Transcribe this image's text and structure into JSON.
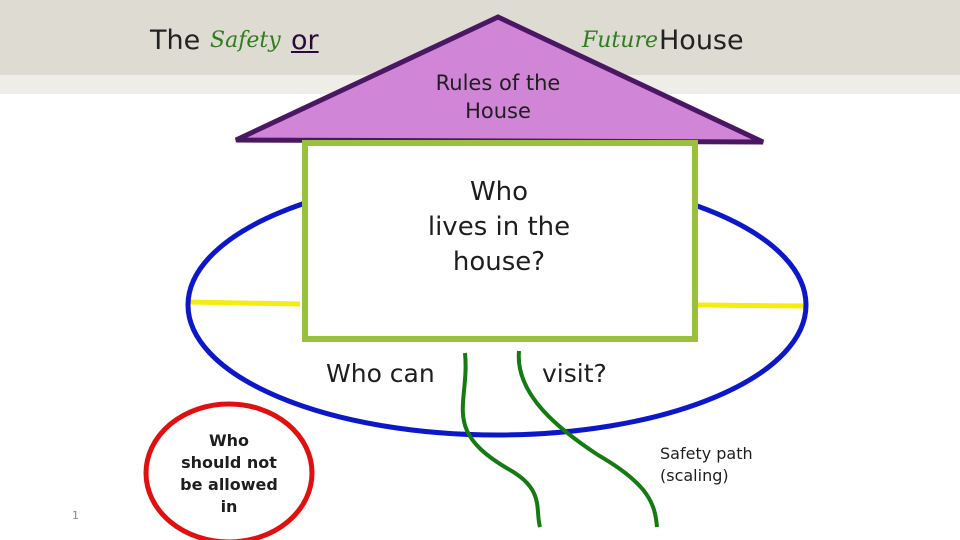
{
  "title": {
    "the": "The",
    "safety": "Safety",
    "or": "or",
    "future": "Future",
    "house": "House"
  },
  "roof_label": [
    "Rules of the",
    "House"
  ],
  "house_label": [
    "Who",
    "lives in the",
    "house?"
  ],
  "visit_label": {
    "left": "Who can",
    "right": "visit?"
  },
  "not_allowed_label": [
    "Who",
    "should not",
    "be allowed",
    "in"
  ],
  "safety_path_label": [
    "Safety path",
    "(scaling)"
  ],
  "slide_number": "1",
  "colors": {
    "roof_fill": "#d085d7",
    "roof_stroke": "#4a1763",
    "house_border": "#99c13d",
    "ellipse_stroke": "#0b17c8",
    "yellow_line": "#f5ec12",
    "red_circle": "#e01010",
    "path_green": "#157a12",
    "top_band": "#dddbd2"
  }
}
